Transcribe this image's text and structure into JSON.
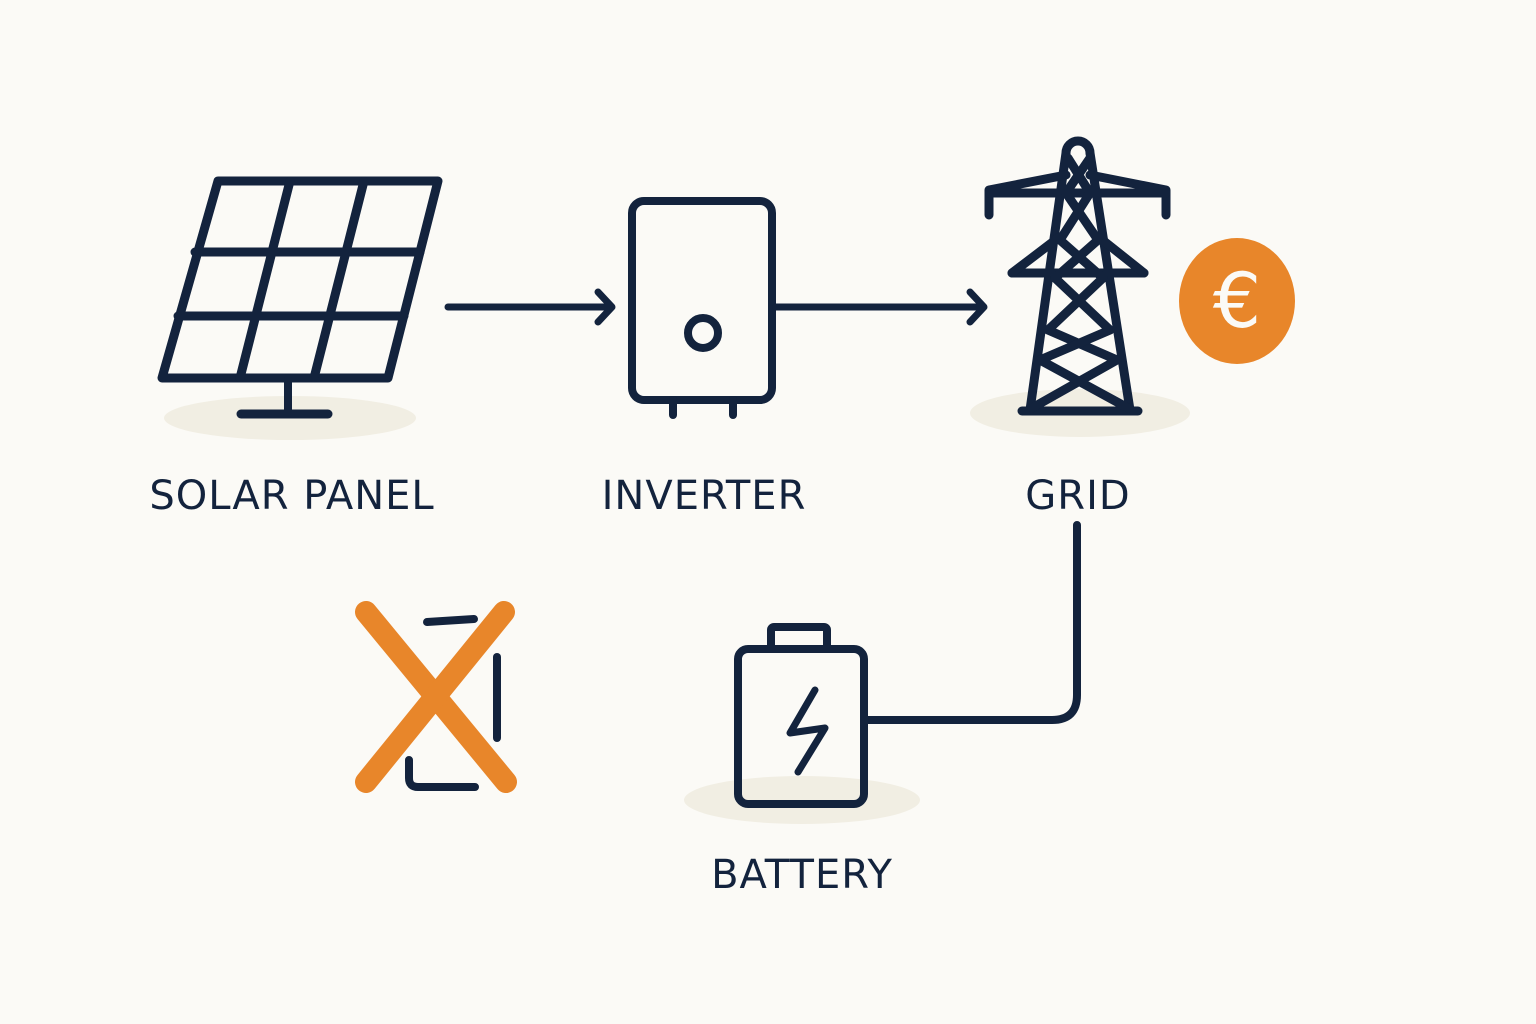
{
  "diagram": {
    "nodes": {
      "solar_panel": {
        "label": "SOLAR PANEL",
        "icon": "solar-panel-icon"
      },
      "inverter": {
        "label": "INVERTER",
        "icon": "inverter-icon"
      },
      "grid": {
        "label": "GRID",
        "icon": "power-pylon-icon"
      },
      "battery": {
        "label": "BATTERY",
        "icon": "battery-icon"
      },
      "euro": {
        "icon": "euro-coin-icon",
        "symbol": "€"
      },
      "crossed_device": {
        "icon": "crossed-out-phone-icon"
      }
    },
    "edges": [
      {
        "from": "solar_panel",
        "to": "inverter",
        "type": "arrow"
      },
      {
        "from": "inverter",
        "to": "grid",
        "type": "arrow"
      },
      {
        "from": "grid",
        "to": "battery",
        "type": "line"
      }
    ],
    "colors": {
      "primary": "#13233d",
      "accent": "#e8862a",
      "background": "#fbfaf6",
      "panel": "#b9cad4",
      "shadow": "#f1eee3"
    }
  }
}
